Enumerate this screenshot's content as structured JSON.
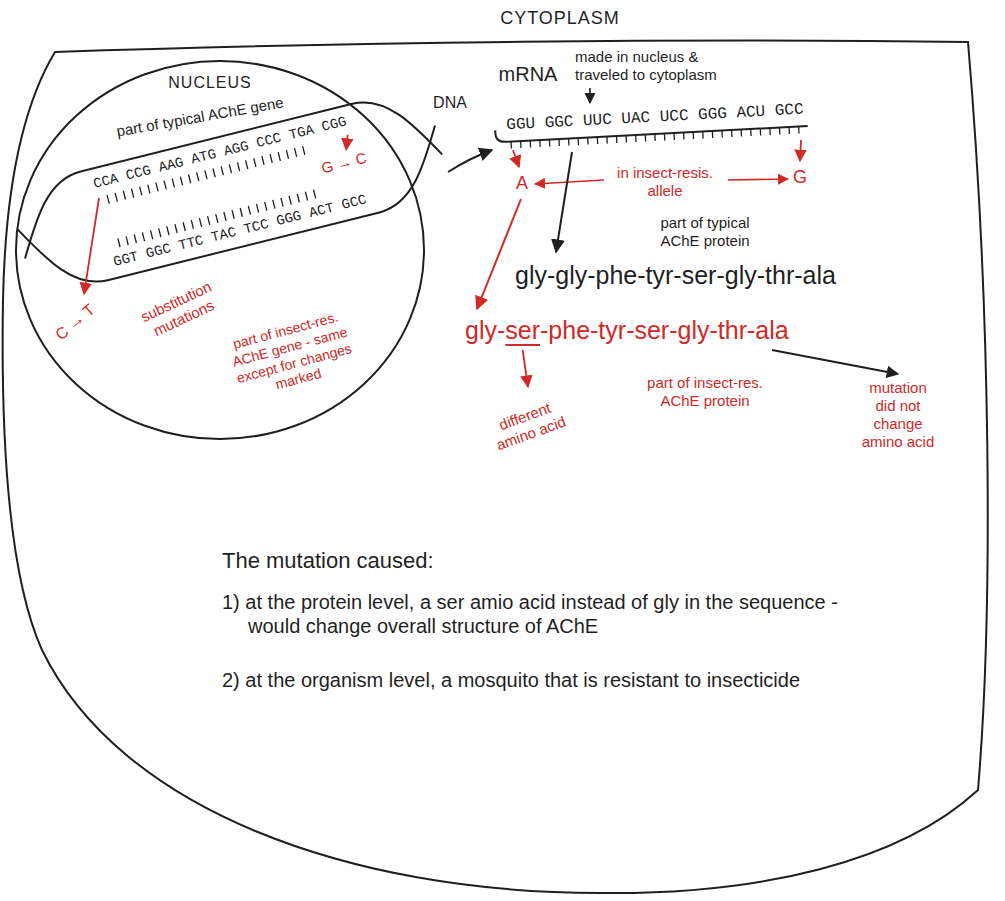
{
  "diagram": {
    "nodes": [
      {
        "text": [
          "CYTOPLASM"
        ]
      },
      {
        "text": [
          "NUCLEUS"
        ],
        "in": 0
      }
    ],
    "labels": [
      "part of typical AChE gene",
      "DNA",
      "CCA CCG AAG ATG AGG CCC TGA CGG",
      "GGT GGC TTC TAC TCC GGG ACT GCC",
      "C → T",
      "substitution mutations",
      "part of insect-res. AChE gene - same except for changes marked",
      "G → C",
      "mRNA",
      "made in nucleus & traveled to cytoplasm",
      "GGU GGC UUC UAC UCC GGG ACU GCC",
      "A",
      "in insect-resis. allele",
      "G",
      "part of typical AChE protein",
      "gly-gly-phe-tyr-ser-gly-thr-ala",
      "gly-ser-phe-tyr-ser-gly-thr-ala",
      "different amino acid",
      "part of insect-res. AChE protein",
      "mutation did not change amino acid",
      "The mutation caused:",
      "1) at the protein level, a ser amio acid instead of gly in the sequence - would change overall structure of AChE",
      "2) at the organism level, a mosquito that is resistant to insecticide"
    ]
  }
}
